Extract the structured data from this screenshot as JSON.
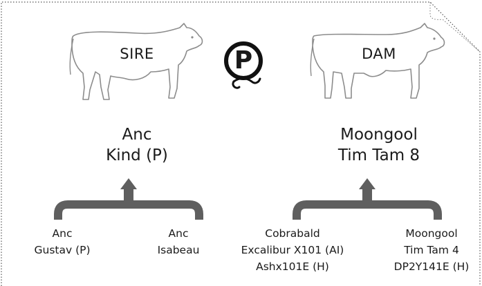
{
  "sire": {
    "label": "SIRE",
    "name_line1": "Anc",
    "name_line2": "Kind (P)"
  },
  "dam": {
    "label": "DAM",
    "name_line1": "Moongool",
    "name_line2": "Tim Tam 8"
  },
  "polled_symbol": {
    "letter": "P",
    "icon": "polled-icon"
  },
  "sire_parents": [
    {
      "lines": [
        "Anc",
        "Gustav (P)"
      ]
    },
    {
      "lines": [
        "Anc",
        "Isabeau"
      ]
    }
  ],
  "dam_parents": [
    {
      "lines": [
        "Cobrabald",
        "Excalibur X101 (AI)",
        "Ashx101E (H)"
      ]
    },
    {
      "lines": [
        "Moongool",
        "Tim Tam 4",
        "DP2Y141E (H)"
      ]
    }
  ],
  "colors": {
    "bracket": "#5f5f5f",
    "text": "#1a1a1a",
    "outline": "#8c8c8c",
    "border": "#555555"
  }
}
